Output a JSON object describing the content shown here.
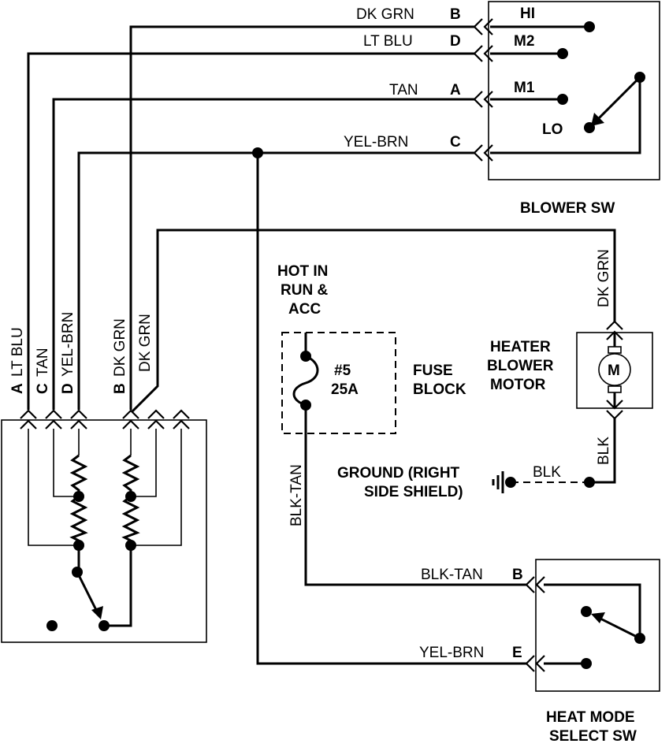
{
  "wires": {
    "dk_grn": "DK GRN",
    "lt_blu": "LT BLU",
    "tan": "TAN",
    "yel_brn": "YEL-BRN",
    "blk_tan": "BLK-TAN",
    "blk": "BLK"
  },
  "pins": {
    "a": "A",
    "b": "B",
    "c": "C",
    "d": "D",
    "e": "E"
  },
  "blower_switch": {
    "title": "BLOWER SW",
    "hi": "HI",
    "m2": "M2",
    "m1": "M1",
    "lo": "LO"
  },
  "fuse": {
    "hot_line1": "HOT IN",
    "hot_line2": "RUN &",
    "hot_line3": "ACC",
    "number": "#5",
    "rating": "25A",
    "block_line1": "FUSE",
    "block_line2": "BLOCK"
  },
  "motor": {
    "line1": "HEATER",
    "line2": "BLOWER",
    "line3": "MOTOR",
    "symbol": "M"
  },
  "ground": {
    "line1": "GROUND (RIGHT",
    "line2": "SIDE SHIELD)"
  },
  "heat_mode_switch": {
    "line1": "HEAT MODE",
    "line2": "SELECT SW"
  }
}
